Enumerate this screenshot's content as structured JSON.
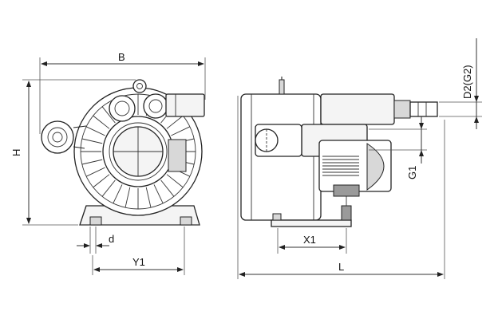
{
  "diagram": {
    "labels": {
      "B": "B",
      "H": "H",
      "d": "d",
      "Y1": "Y1",
      "X1": "X1",
      "L": "L",
      "G1": "G1",
      "D2G2": "D2(G2)"
    }
  }
}
